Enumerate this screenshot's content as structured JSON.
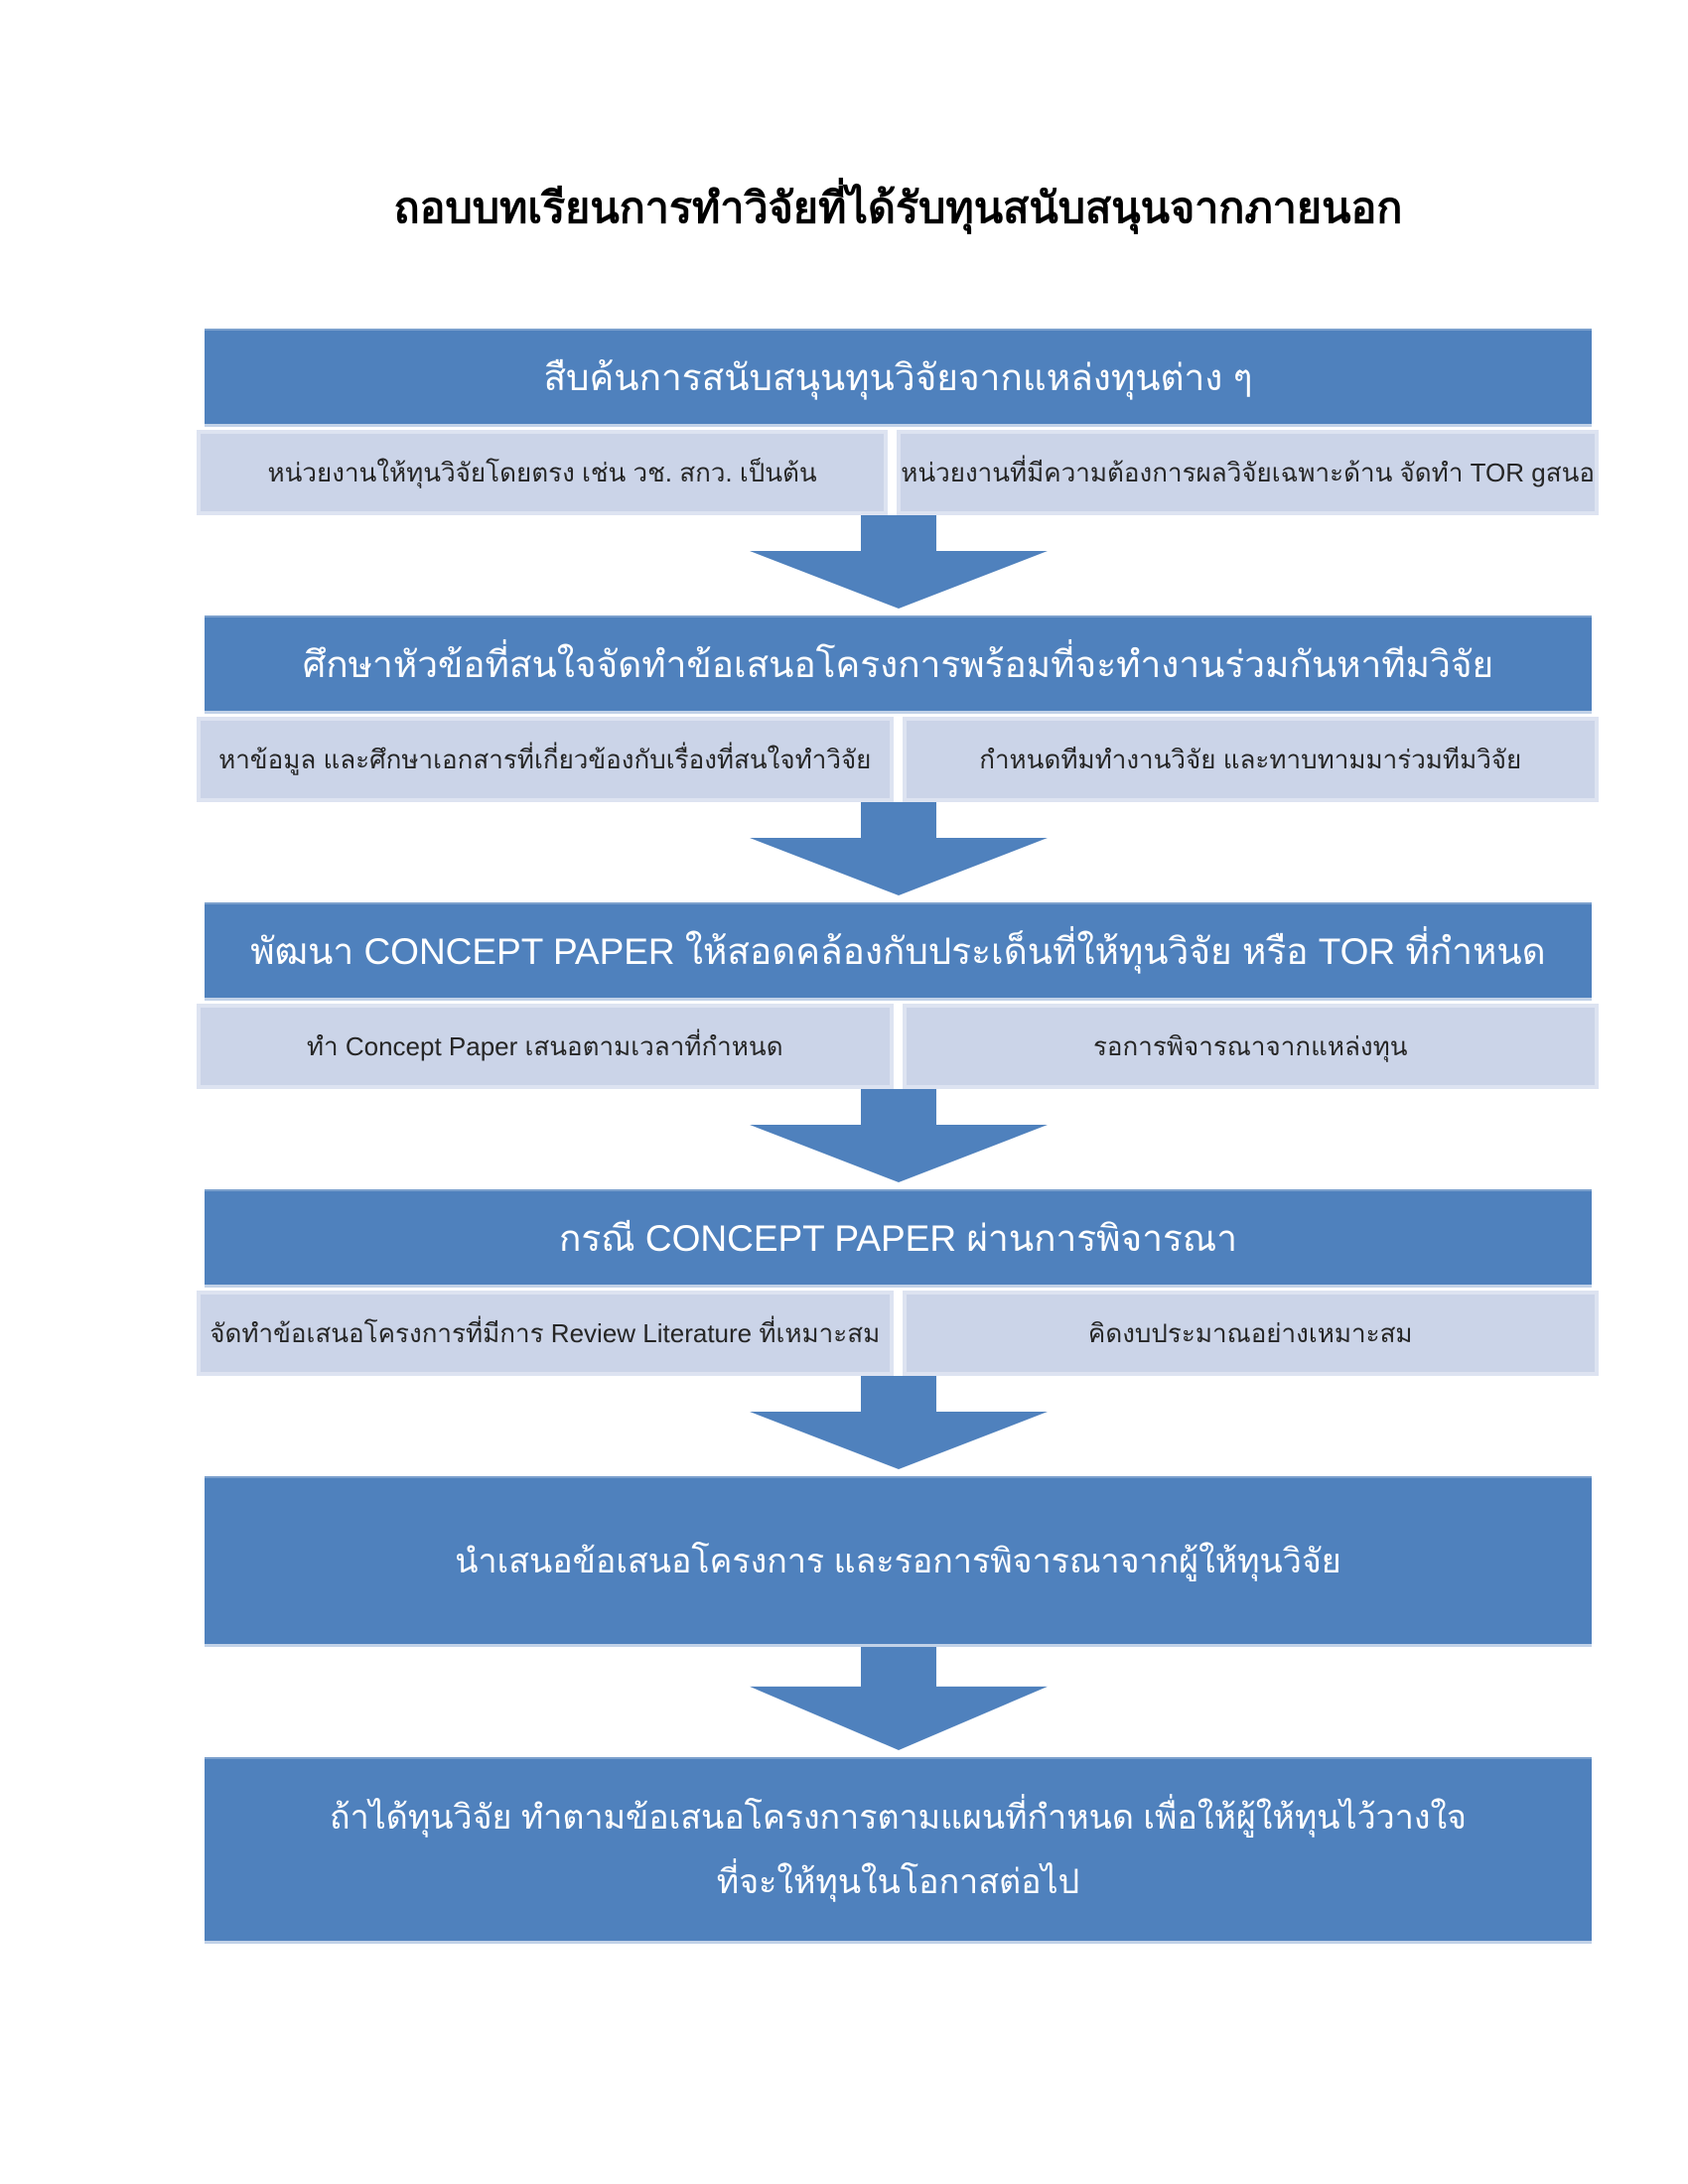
{
  "title": "ถอบบทเรียนการทำวิจัยที่ได้รับทุนสนับสนุนจากภายนอก",
  "colors": {
    "accent_blue": "#4F81BD",
    "subbox_fill": "#CBD4E8",
    "subbox_border": "#DDE3F1",
    "header_text": "#FFFFFF",
    "subbox_text": "#262626",
    "title_text": "#000000"
  },
  "steps": [
    {
      "header": "สืบค้นการสนับสนุนทุนวิจัยจากแหล่งทุนต่าง ๆ",
      "left": "หน่วยงานให้ทุนวิจัยโดยตรง เช่น วช. สกว. เป็นต้น",
      "right": "หน่วยงานที่มีความต้องการผลวิจัยเฉพาะด้าน จัดทำ TOR gสนอ"
    },
    {
      "header": "ศึกษาหัวข้อที่สนใจจัดทำข้อเสนอโครงการพร้อมที่จะทำงานร่วมกันหาทีมวิจัย",
      "left": "หาข้อมูล และศึกษาเอกสารที่เกี่ยวข้องกับเรื่องที่สนใจทำวิจัย",
      "right": "กำหนดทีมทำงานวิจัย และทาบทามมาร่วมทีมวิจัย"
    },
    {
      "header": "พัฒนา CONCEPT PAPER ให้สอดคล้องกับประเด็นที่ให้ทุนวิจัย หรือ TOR ที่กำหนด",
      "left": "ทำ Concept Paper เสนอตามเวลาที่กำหนด",
      "right": "รอการพิจารณาจากแหล่งทุน"
    },
    {
      "header": "กรณี CONCEPT PAPER  ผ่านการพิจารณา",
      "left": "จัดทำข้อเสนอโครงการที่มีการ Review Literature  ที่เหมาะสม",
      "right": "คิดงบประมาณอย่างเหมาะสม"
    }
  ],
  "final_boxes": [
    {
      "text": "นำเสนอข้อเสนอโครงการ และรอการพิจารณาจากผู้ให้ทุนวิจัย"
    },
    {
      "line1": "ถ้าได้ทุนวิจัย ทำตามข้อเสนอโครงการตามแผนที่กำหนด เพื่อให้ผู้ให้ทุนไว้วางใจ",
      "line2": "ที่จะให้ทุนในโอกาสต่อไป"
    }
  ]
}
